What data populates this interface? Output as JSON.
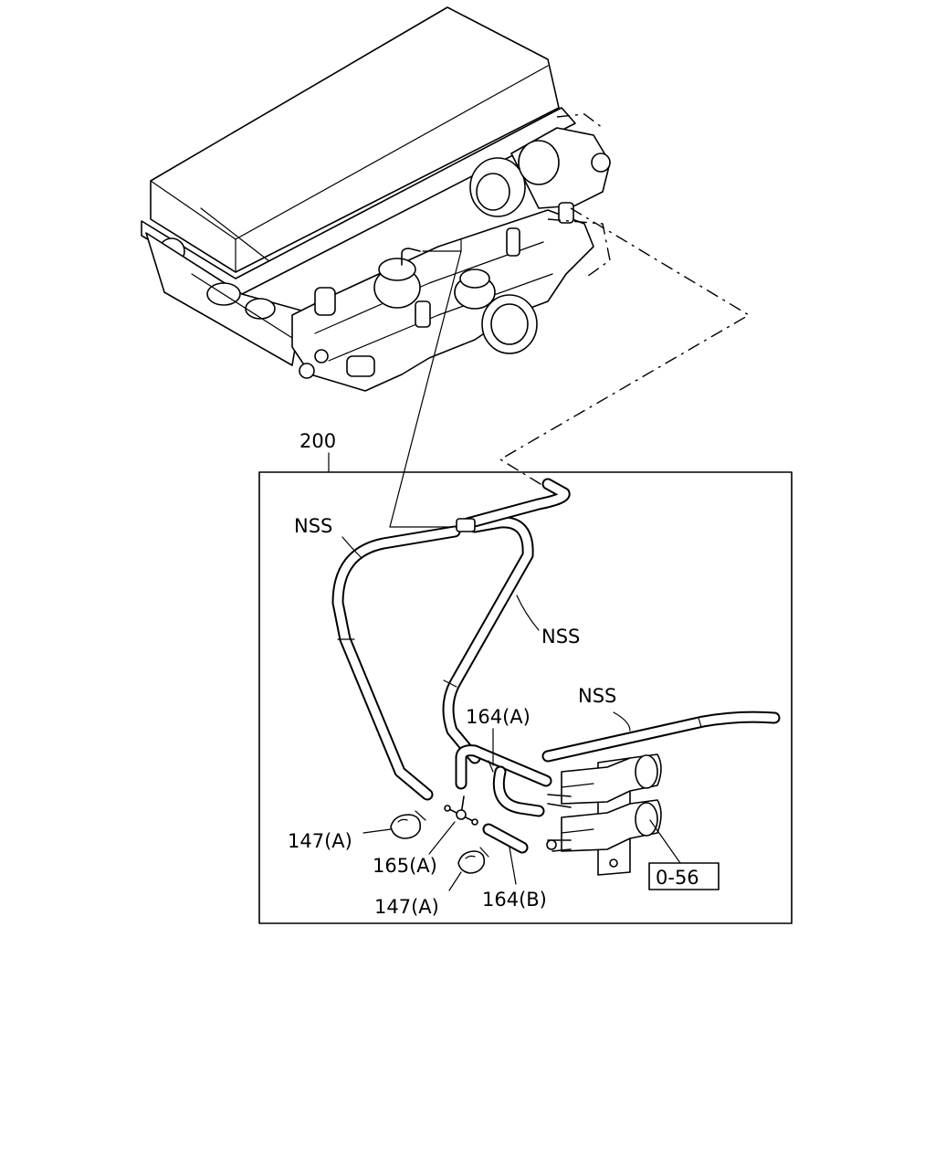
{
  "labels": {
    "assembly": "200",
    "nss_1": "NSS",
    "nss_2": "NSS",
    "nss_3": "NSS",
    "part_164a": "164(A)",
    "part_164b": "164(B)",
    "part_165a": "165(A)",
    "part_147a_1": "147(A)",
    "part_147a_2": "147(A)",
    "ref_box": "0-56"
  }
}
